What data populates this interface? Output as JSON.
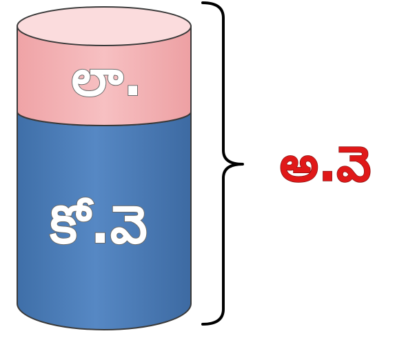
{
  "diagram": {
    "top_section_label": "లా.",
    "bottom_section_label": "కో.వె",
    "total_label": "అ.వె"
  },
  "colors": {
    "top_fill": "#f4b3b5",
    "top_cap_fill": "#fad8d9",
    "bottom_fill": "#4f81bd",
    "outline": "#3a3a3a",
    "total_label_color": "#e01818"
  }
}
